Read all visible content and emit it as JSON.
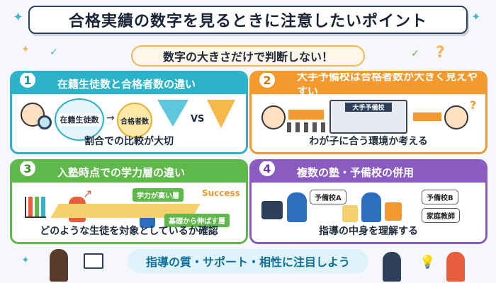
{
  "title": "合格実績の数字を見るときに注意したいポイント",
  "subtitle": "数字の大きさだけで判断しない！",
  "cards": [
    {
      "number": "1",
      "heading": "在籍生徒数と合格者数の違い",
      "label_enrolled": "在籍生徒数",
      "label_passed": "合格者数",
      "label_vs": "VS",
      "caption": "割合での比較が大切"
    },
    {
      "number": "2",
      "heading": "大手予備校は合格者数が大きく見えやすい",
      "building_sign": "大手予備校",
      "caption": "わが子に合う環境か考える"
    },
    {
      "number": "3",
      "heading": "入塾時点での学力層の違い",
      "tag_high": "学力が高い層",
      "tag_basic": "基礎から伸ばす層",
      "success": "Success",
      "caption": "どのような生徒を対象としているか確認"
    },
    {
      "number": "4",
      "heading": "複数の塾・予備校の併用",
      "tag_a": "予備校A",
      "tag_b": "予備校B",
      "tag_tutor": "家庭教師",
      "caption": "指導の中身を理解する"
    }
  ],
  "footer": "指導の質・サポート・相性に注目しよう",
  "colors": {
    "card1": "#2db3c9",
    "card2": "#f29a2e",
    "card3": "#5fb84a",
    "card4": "#8a5bc0"
  }
}
